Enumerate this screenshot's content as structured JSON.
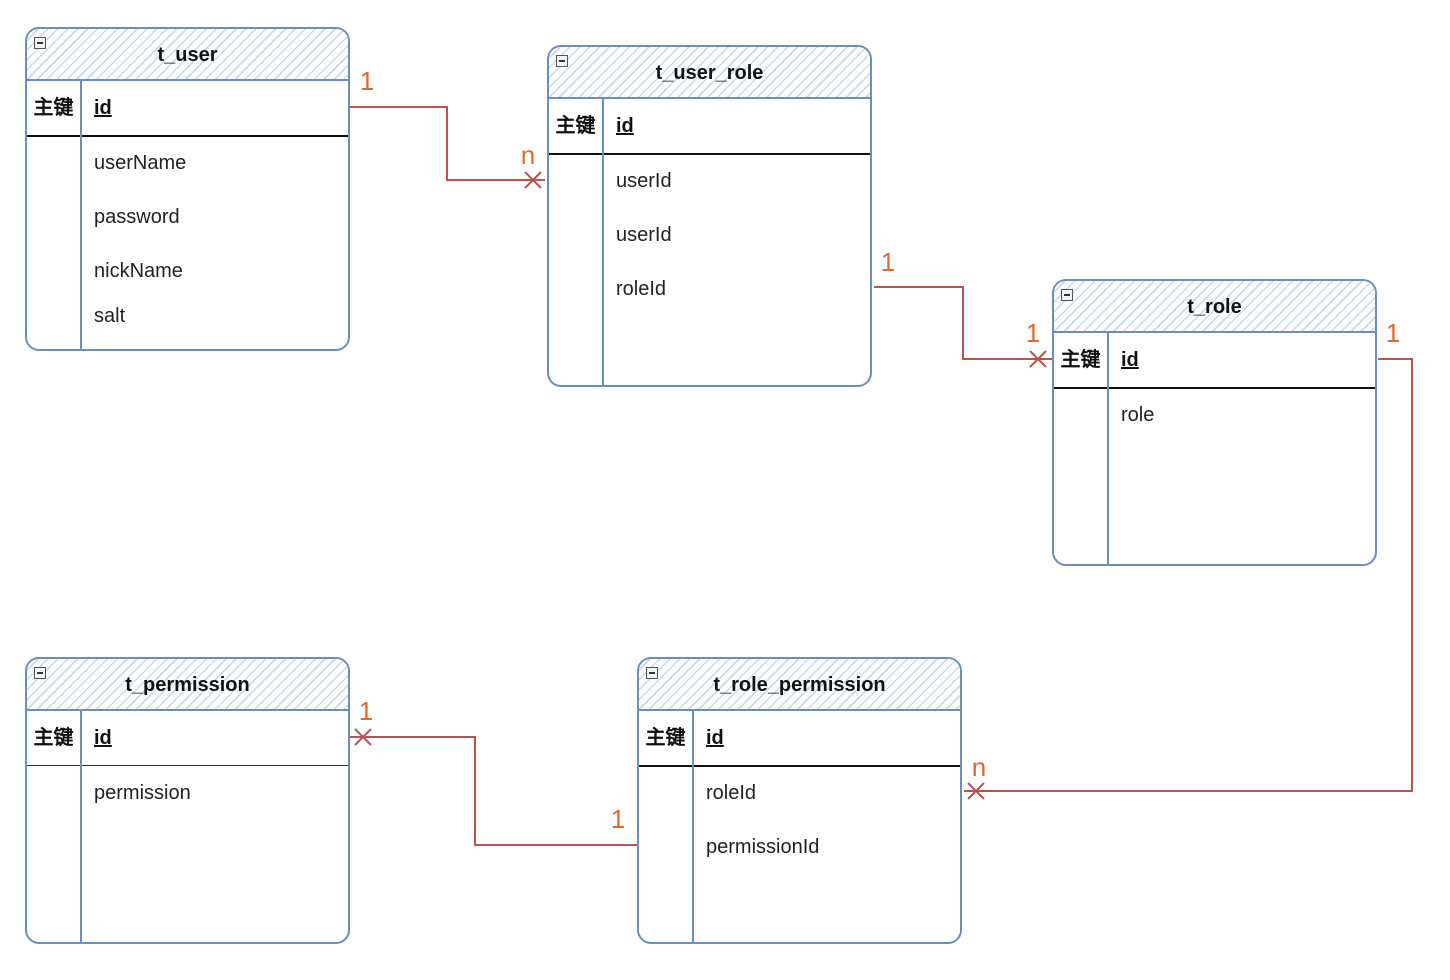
{
  "key_label": "主键",
  "tables": {
    "t_user": {
      "title": "t_user",
      "pk": "id",
      "fields": [
        "userName",
        "password",
        "nickName",
        "salt"
      ]
    },
    "t_user_role": {
      "title": "t_user_role",
      "pk": "id",
      "fields": [
        "userId",
        "userId",
        "roleId"
      ]
    },
    "t_role": {
      "title": "t_role",
      "pk": "id",
      "fields": [
        "role"
      ]
    },
    "t_permission": {
      "title": "t_permission",
      "pk": "id",
      "fields": [
        "permission"
      ]
    },
    "t_role_permission": {
      "title": "t_role_permission",
      "pk": "id",
      "fields": [
        "roleId",
        "permissionId"
      ]
    }
  },
  "relationships": [
    {
      "from": "t_user",
      "to": "t_user_role",
      "from_card": "1",
      "to_card": "n"
    },
    {
      "from": "t_user_role",
      "to": "t_role",
      "from_card": "1",
      "to_card": "1"
    },
    {
      "from": "t_role",
      "to": "t_role_permission",
      "from_card": "1",
      "to_card": "n"
    },
    {
      "from": "t_role_permission",
      "to": "t_permission",
      "from_card": "1",
      "to_card": "1"
    }
  ],
  "colors": {
    "table_border": "#6c8ebf",
    "header_hatch": "#c9daf0",
    "relation_line": "#b85450",
    "cardinality": "#e06a2c"
  }
}
